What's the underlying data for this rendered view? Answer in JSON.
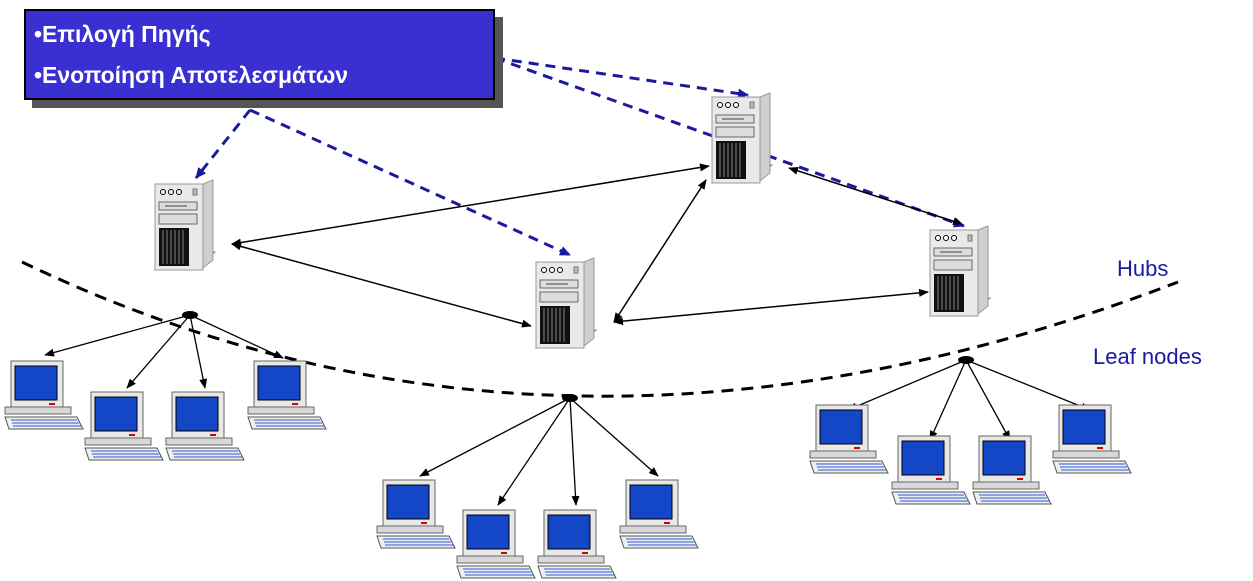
{
  "callout": {
    "line1": "•Επιλογή Πηγής",
    "line2": "•Ενοποίηση Αποτελεσμάτων",
    "background": "#3a2fd0",
    "text_color": "#ffffff"
  },
  "labels": {
    "hubs": "Hubs",
    "leaf_nodes": "Leaf nodes",
    "color": "#1a1aa0"
  },
  "diagram": {
    "hubs": [
      {
        "id": "hub-1",
        "icon": "server-tower-icon"
      },
      {
        "id": "hub-2",
        "icon": "server-tower-icon"
      },
      {
        "id": "hub-3",
        "icon": "server-tower-icon"
      },
      {
        "id": "hub-4",
        "icon": "server-tower-icon"
      }
    ],
    "leaf_groups": [
      {
        "hub": "hub-1",
        "count": 4,
        "icon": "desktop-computer-icon"
      },
      {
        "hub": "hub-2",
        "count": 4,
        "icon": "desktop-computer-icon"
      },
      {
        "hub": "hub-4",
        "count": 4,
        "icon": "desktop-computer-icon"
      }
    ],
    "hub_links": [
      [
        "hub-1",
        "hub-2"
      ],
      [
        "hub-1",
        "hub-3"
      ],
      [
        "hub-2",
        "hub-3"
      ],
      [
        "hub-2",
        "hub-4"
      ],
      [
        "hub-3",
        "hub-4"
      ]
    ],
    "callout_links": [
      "hub-1",
      "hub-2",
      "hub-3",
      "hub-4"
    ],
    "callout_link_color": "#1a1aa0",
    "separator_style": "dashed-curve"
  }
}
